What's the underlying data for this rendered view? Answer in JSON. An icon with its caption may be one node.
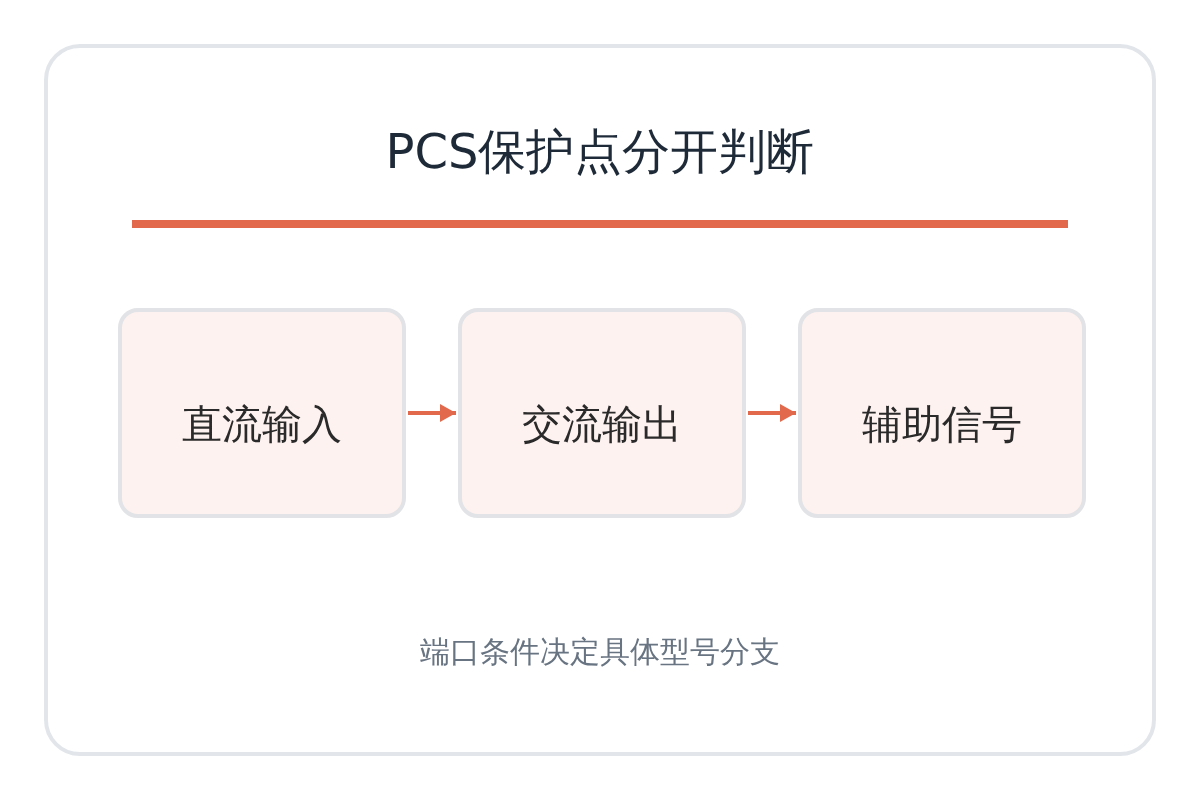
{
  "diagram": {
    "title": "PCS保护点分开判断",
    "nodes": [
      {
        "text": [
          "直流输入"
        ]
      },
      {
        "text": [
          "交流输出"
        ]
      },
      {
        "text": [
          "辅助信号"
        ]
      }
    ],
    "edges": [
      {
        "from": 0,
        "to": 1,
        "arrow": "to"
      },
      {
        "from": 1,
        "to": 2,
        "arrow": "to"
      }
    ],
    "caption": "端口条件决定具体型号分支"
  }
}
